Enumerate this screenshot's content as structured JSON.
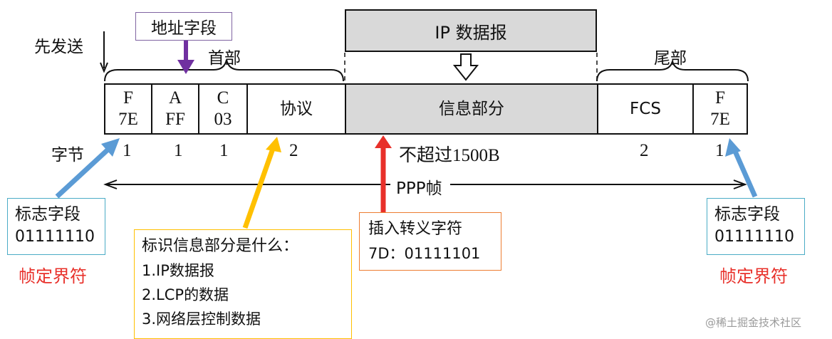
{
  "header": {
    "first_sent": "先发送",
    "address_field": "地址字段",
    "head_label": "首部",
    "tail_label": "尾部",
    "ip_datagram": "IP 数据报"
  },
  "fields": [
    {
      "top": "F",
      "bottom": "7E",
      "bytes": "1"
    },
    {
      "top": "A",
      "bottom": "FF",
      "bytes": "1"
    },
    {
      "top": "C",
      "bottom": "03",
      "bytes": "1"
    },
    {
      "top": "协议",
      "bottom": "",
      "bytes": "2"
    },
    {
      "top": "信息部分",
      "bottom": "",
      "bytes": "不超过1500B"
    },
    {
      "top": "FCS",
      "bottom": "",
      "bytes": "2"
    },
    {
      "top": "F",
      "bottom": "7E",
      "bytes": "1"
    }
  ],
  "bytes_label": "字节",
  "frame_label": "PPP帧",
  "flag_left": {
    "title": "标志字段",
    "value": "01111110",
    "caption": "帧定界符"
  },
  "flag_right": {
    "title": "标志字段",
    "value": "01111110",
    "caption": "帧定界符"
  },
  "protocol_note": {
    "title": "标识信息部分是什么：",
    "items": [
      "1.IP数据报",
      "2.LCP的数据",
      "3.网络层控制数据"
    ]
  },
  "escape_note": {
    "title": "插入转义字符",
    "value": "7D：01111101"
  },
  "watermark": "@稀土掘金技术社区",
  "colors": {
    "address": "#7030a0",
    "flag": "#5b9bd5",
    "protocol": "#ffc000",
    "escape": "#e8302a"
  }
}
